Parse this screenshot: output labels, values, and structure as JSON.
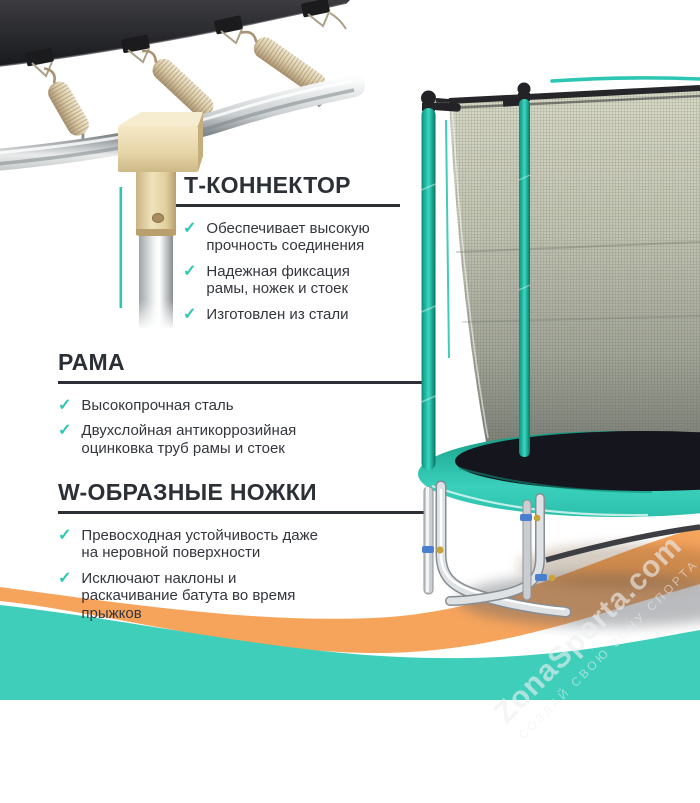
{
  "sections": [
    {
      "title": "Т-КОННЕКТОР",
      "bullets": [
        "Обеспечивает высокую прочность соединения",
        "Надежная фиксация рамы, ножек и стоек",
        "Изготовлен из стали"
      ]
    },
    {
      "title": "РАМА",
      "bullets": [
        "Высокопрочная сталь",
        "Двухслойная антикоррозийная оцинковка труб рамы и стоек"
      ]
    },
    {
      "title": "W-ОБРАЗНЫЕ НОЖКИ",
      "bullets": [
        "Превосходная устойчивость даже на неровной поверхности",
        "Исключают наклоны и раскачивание батута во время прыжков"
      ]
    }
  ],
  "watermark": {
    "title": "ZonaSporta.com",
    "subtitle": "СОЗДАЙ СВОЮ ЗОНУ СПОРТА"
  },
  "glyphs": {
    "check": "✓"
  },
  "colors": {
    "accent_teal": "#2cc6b2",
    "bottom_wave_teal": "#3fceba",
    "wave_orange": "#f6a45c",
    "heading_text": "#2b2f36",
    "body_text": "#33363c",
    "pole_teal": "#1fb09a",
    "pad_teal": "#30c7b2",
    "frame_beige": "#e7d7ac",
    "net_gray": "#b8bbaa",
    "mat_black": "#15151d"
  }
}
